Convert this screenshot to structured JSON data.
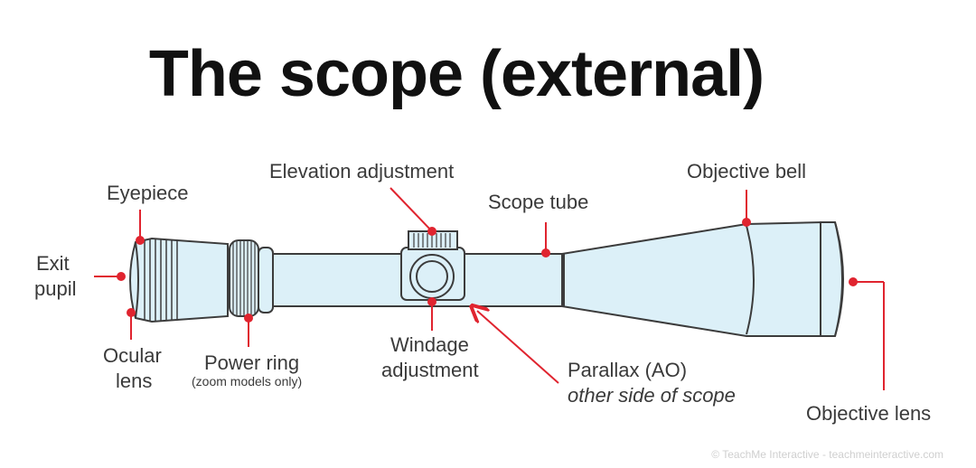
{
  "title": "The scope (external)",
  "labels": {
    "exit_pupil_line1": "Exit",
    "exit_pupil_line2": "pupil",
    "eyepiece": "Eyepiece",
    "ocular_lens_line1": "Ocular",
    "ocular_lens_line2": "lens",
    "power_ring": "Power ring",
    "power_ring_note": "(zoom models only)",
    "elevation_adjustment": "Elevation adjustment",
    "windage_line1": "Windage",
    "windage_line2": "adjustment",
    "scope_tube": "Scope tube",
    "parallax": "Parallax (AO)",
    "parallax_note": "other side of scope",
    "objective_bell": "Objective bell",
    "objective_lens": "Objective lens"
  },
  "copyright": "© TeachMe Interactive - teachmeinteractive.com",
  "colors": {
    "scope_fill": "#dcf0f8",
    "scope_stroke": "#3c3c3c",
    "callout": "#e0242f",
    "title": "#111111"
  }
}
